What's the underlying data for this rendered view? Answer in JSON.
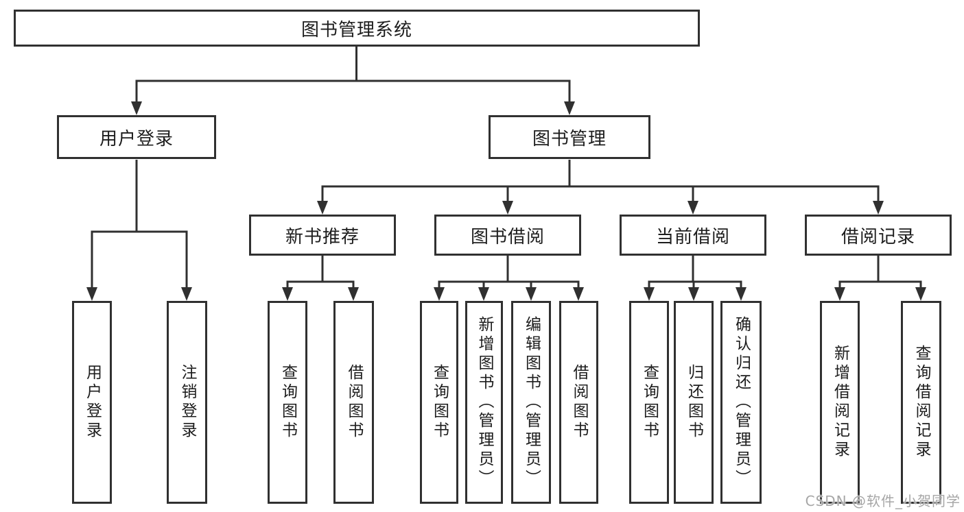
{
  "watermark": "CSDN @软件_小贺同学",
  "tree": {
    "root": {
      "label": "图书管理系统",
      "children": [
        {
          "label": "用户登录",
          "children": [
            {
              "label": "用户登录"
            },
            {
              "label": "注销登录"
            }
          ]
        },
        {
          "label": "图书管理",
          "children": [
            {
              "label": "新书推荐",
              "children": [
                {
                  "label": "查询图书"
                },
                {
                  "label": "借阅图书"
                }
              ]
            },
            {
              "label": "图书借阅",
              "children": [
                {
                  "label": "查询图书"
                },
                {
                  "label": "新增图书（管理员）"
                },
                {
                  "label": "编辑图书（管理员）"
                },
                {
                  "label": "借阅图书"
                }
              ]
            },
            {
              "label": "当前借阅",
              "children": [
                {
                  "label": "查询图书"
                },
                {
                  "label": "归还图书"
                },
                {
                  "label": "确认归还（管理员）"
                }
              ]
            },
            {
              "label": "借阅记录",
              "children": [
                {
                  "label": "新增借阅记录"
                },
                {
                  "label": "查询借阅记录"
                }
              ]
            }
          ]
        }
      ]
    }
  },
  "colors": {
    "line": "#303030",
    "text": "#1d1d1d",
    "watermark": "#a6a6a6",
    "background": "#ffffff"
  }
}
